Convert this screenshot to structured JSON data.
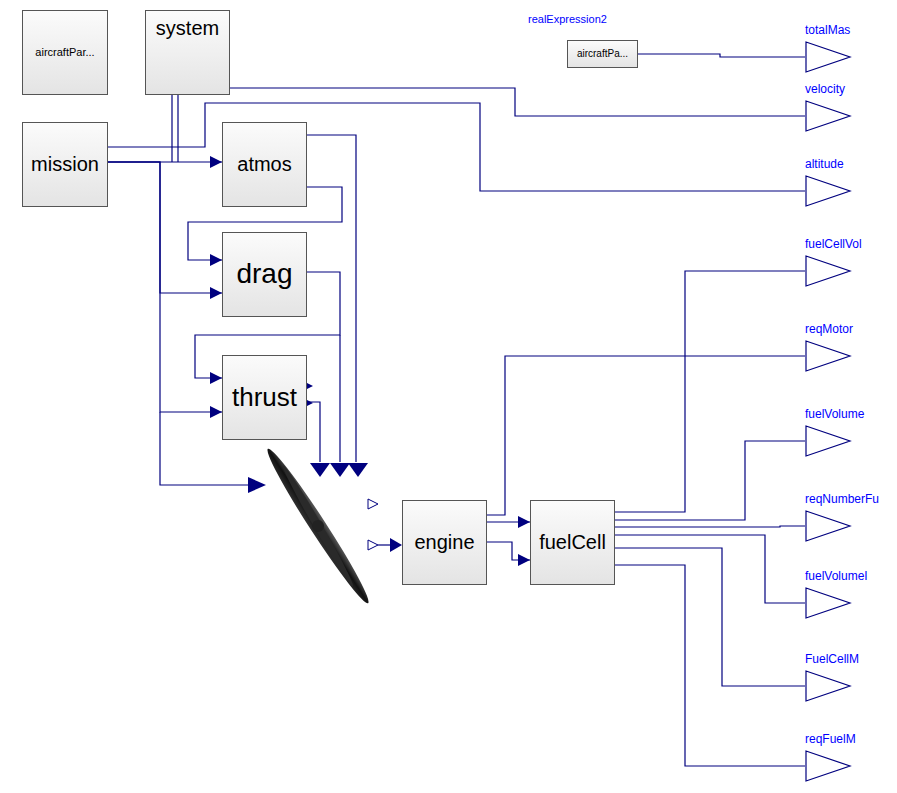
{
  "diagram": {
    "nodes": [
      {
        "text": [
          "aircraftPar..."
        ]
      },
      {
        "text": [
          "system"
        ]
      },
      {
        "text": [
          "realExpression2",
          "aircraftPa..."
        ]
      },
      {
        "text": [
          "totalMas"
        ]
      },
      {
        "text": [
          "mission"
        ]
      },
      {
        "text": [
          "atmos"
        ]
      },
      {
        "text": [
          "velocity"
        ]
      },
      {
        "text": [
          "altitude"
        ]
      },
      {
        "text": [
          "drag"
        ]
      },
      {
        "text": [
          "fuelCellVol"
        ]
      },
      {
        "text": [
          "reqMotor"
        ]
      },
      {
        "text": [
          "thrust"
        ]
      },
      {
        "text": [
          "fuelVolume"
        ]
      },
      {
        "text": [
          "engine"
        ]
      },
      {
        "text": [
          "fuelCell"
        ]
      },
      {
        "text": [
          "reqNumberFu"
        ]
      },
      {
        "text": [
          "fuelVolumeI"
        ]
      },
      {
        "text": [
          "FuelCellM"
        ]
      },
      {
        "text": [
          "reqFuelM"
        ]
      }
    ],
    "edges": [
      {
        "from": 4,
        "to": 5,
        "arrow": "to"
      },
      {
        "from": 4,
        "to": 8,
        "arrow": "to"
      },
      {
        "from": 4,
        "to": 11,
        "arrow": "to"
      },
      {
        "from": 5,
        "to": 8,
        "arrow": "to"
      },
      {
        "from": 8,
        "to": 11,
        "arrow": "to"
      },
      {
        "from": 1,
        "to": 6,
        "arrow": "none"
      },
      {
        "from": 4,
        "to": 7,
        "arrow": "none"
      },
      {
        "from": 2,
        "to": 3,
        "arrow": "none"
      },
      {
        "from": 13,
        "to": 10,
        "arrow": "none"
      },
      {
        "from": 13,
        "to": 14,
        "arrow": "to"
      },
      {
        "from": 13,
        "to": 14,
        "arrow": "to"
      },
      {
        "from": 14,
        "to": 9,
        "arrow": "none"
      },
      {
        "from": 14,
        "to": 12,
        "arrow": "none"
      },
      {
        "from": 14,
        "to": 15,
        "arrow": "none"
      },
      {
        "from": 14,
        "to": 16,
        "arrow": "none"
      },
      {
        "from": 14,
        "to": 17,
        "arrow": "none"
      },
      {
        "from": 14,
        "to": 18,
        "arrow": "none"
      }
    ]
  }
}
